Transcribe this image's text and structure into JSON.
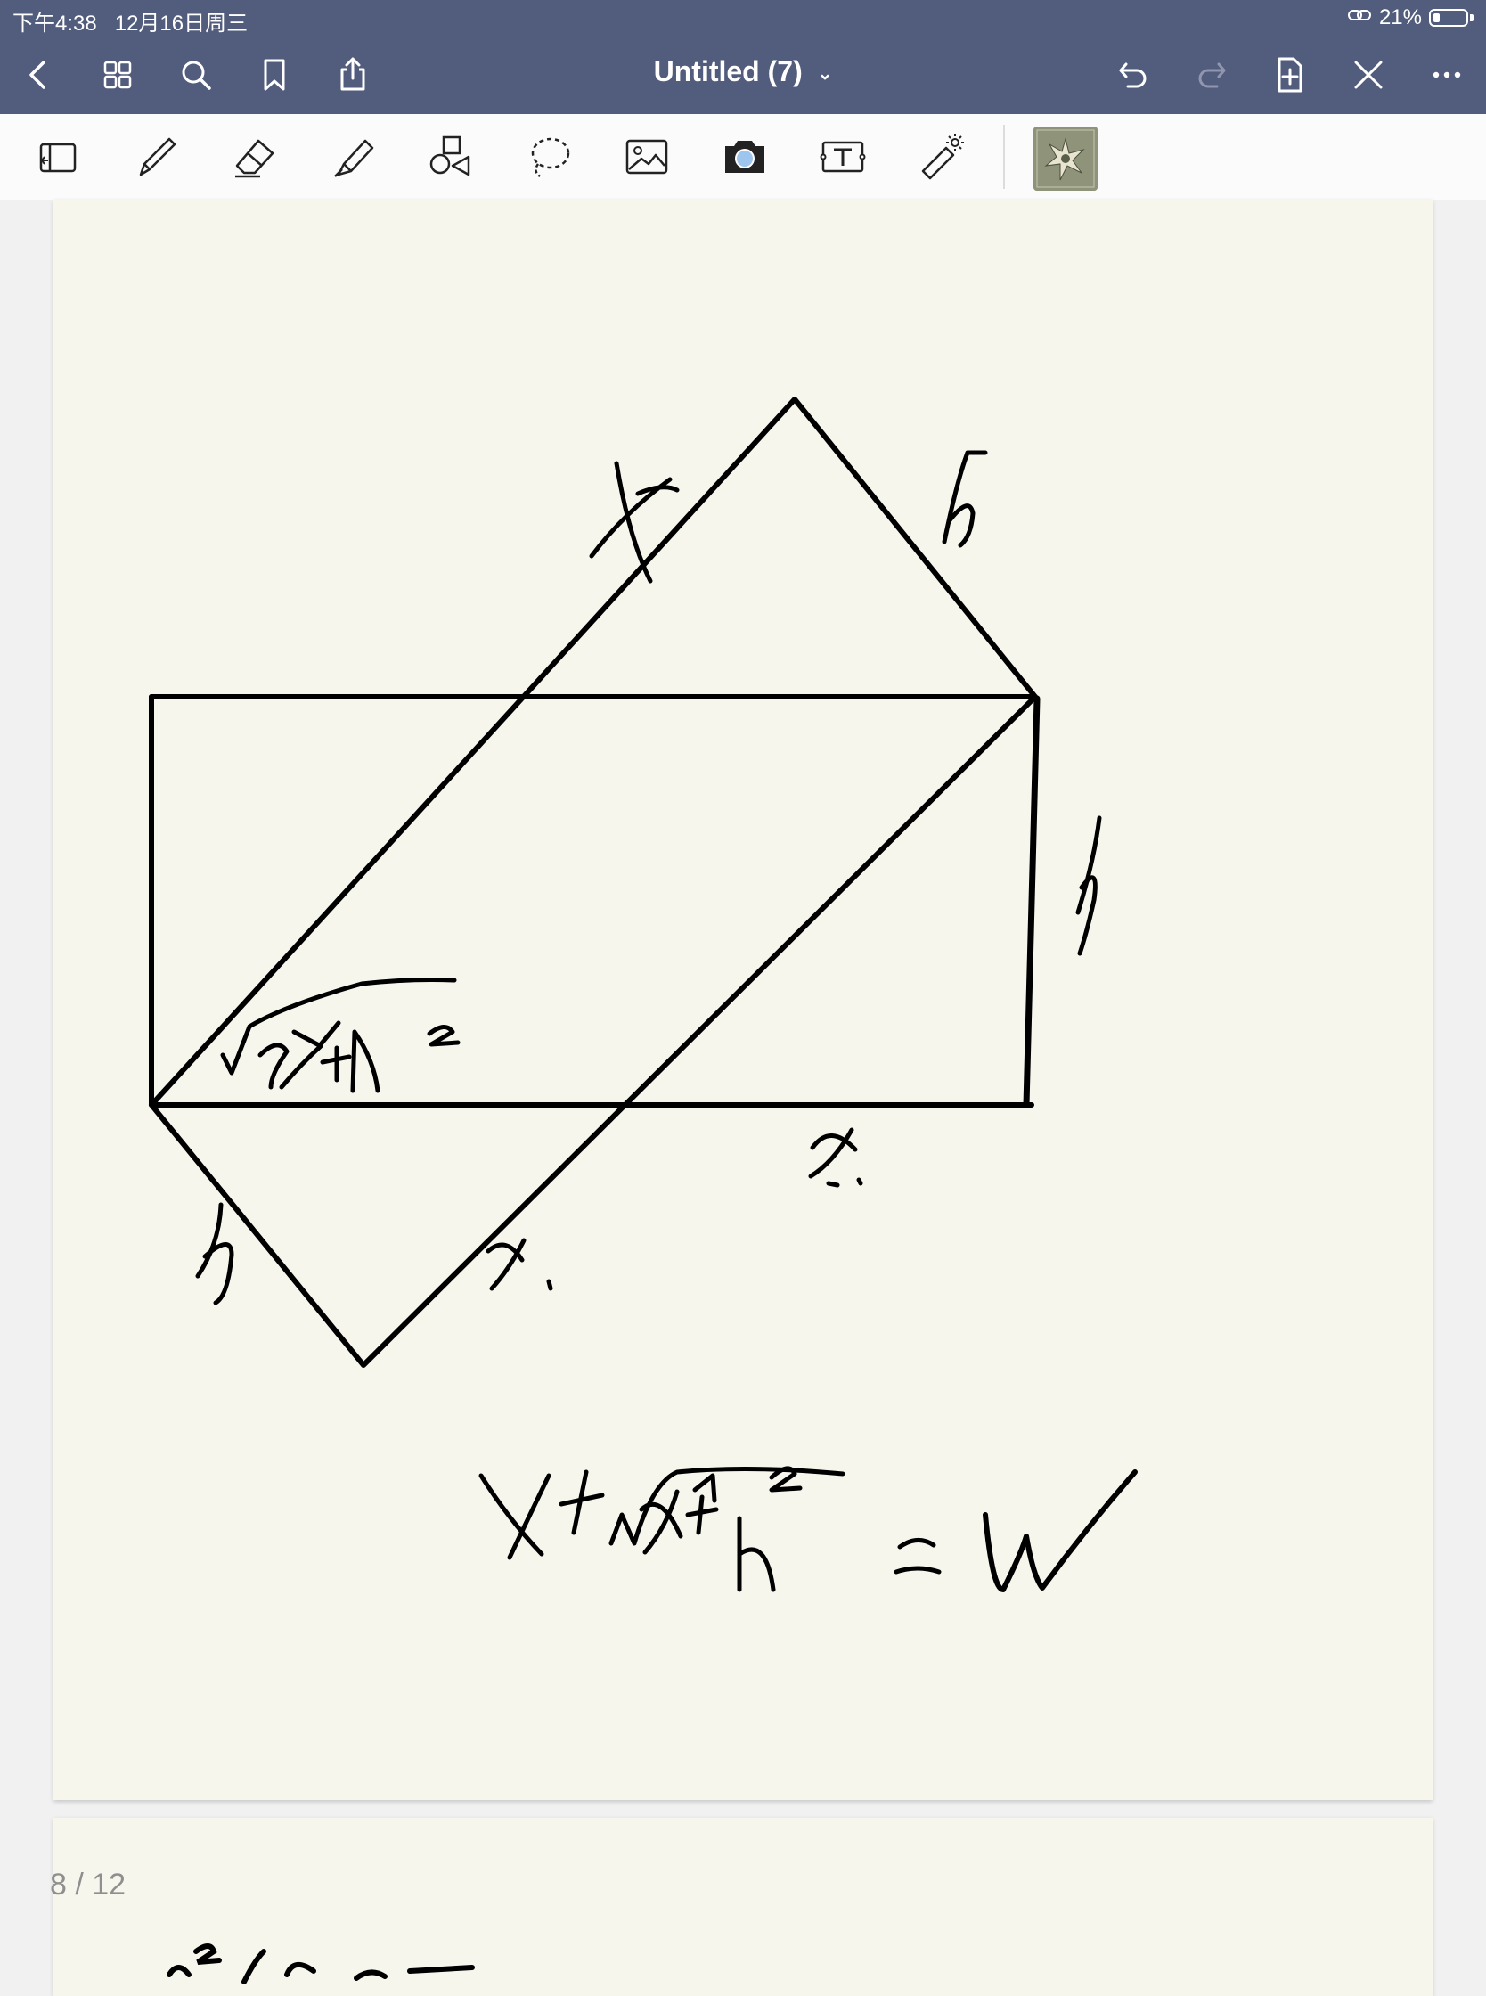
{
  "status_bar": {
    "time": "下午4:38",
    "date": "12月16日周三",
    "battery": "21%"
  },
  "header": {
    "title": "Untitled (7)"
  },
  "toolbar": {
    "tools": [
      "page-tool",
      "pen",
      "eraser",
      "highlighter",
      "shapes",
      "lasso",
      "image",
      "camera",
      "text",
      "laser-pointer"
    ]
  },
  "page_indicator": "8 / 12",
  "colors": {
    "header_bg": "#525c7c",
    "paper": "#f7f6ec",
    "ink": "#000000"
  }
}
